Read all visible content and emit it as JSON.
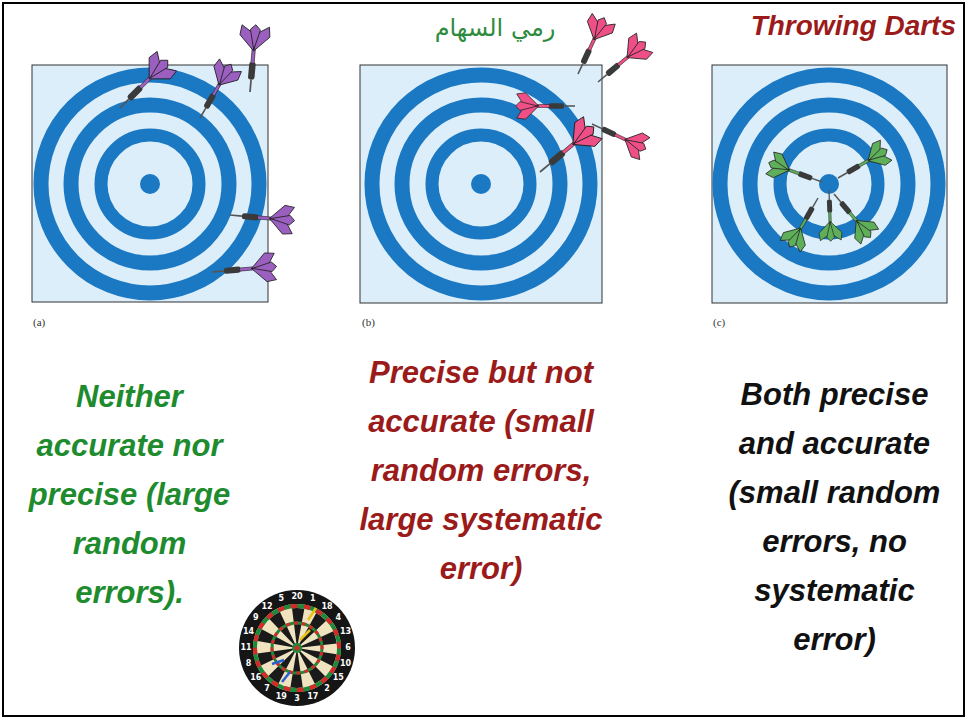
{
  "diagram": {
    "title": "Throwing Darts",
    "labels": [
      "رمي السهام",
      "(a)",
      "(b)",
      "(c)",
      "Neither accurate nor precise (large random errors).",
      "Precise but not accurate (small random errors, large systematic error)",
      "Both precise and accurate (small random errors, no systematic error)",
      "20",
      "1",
      "18",
      "4",
      "13",
      "6",
      "10",
      "15",
      "2",
      "17",
      "3",
      "19",
      "7",
      "16",
      "8",
      "11",
      "14",
      "9",
      "12",
      "5"
    ]
  }
}
